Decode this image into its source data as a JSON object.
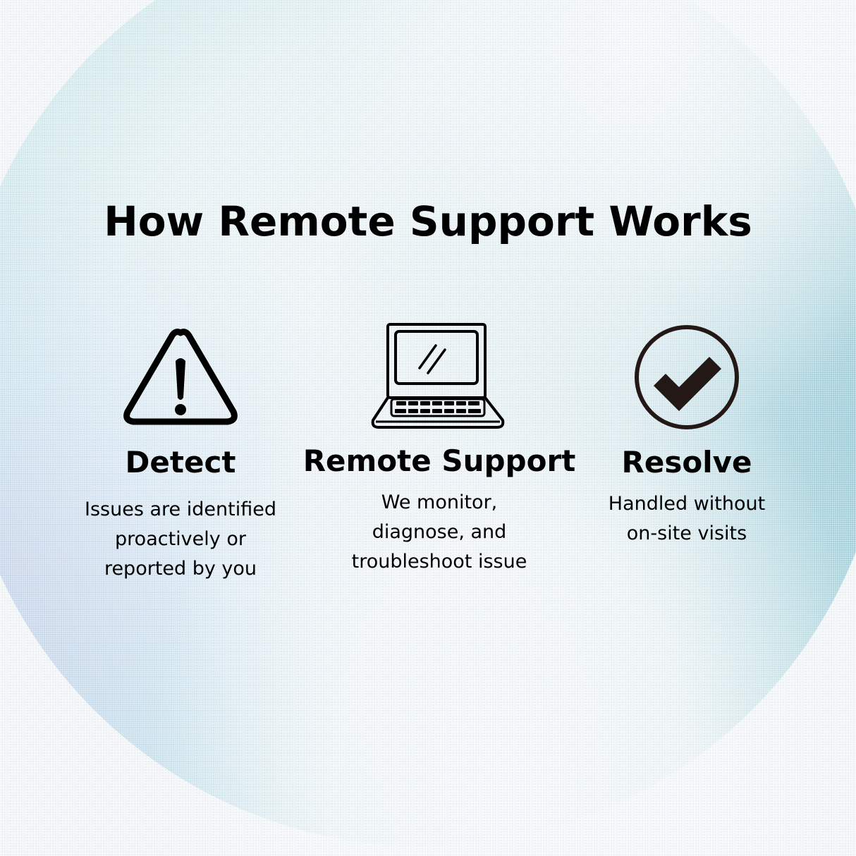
{
  "title": "How Remote Support Works",
  "colors": {
    "text": "#000000",
    "icon_stroke": "#000000",
    "check_color": "#231815",
    "background": "#f5f6f8",
    "accent_teal": "#7ab8c8",
    "accent_lavender": "#cfc6ec"
  },
  "steps": [
    {
      "icon": "warning-triangle-icon",
      "heading": "Detect",
      "description": "Issues are identified\nproactively or\nreported by you"
    },
    {
      "icon": "laptop-icon",
      "heading": "Remote Support",
      "description": "We monitor,\ndiagnose, and\ntroubleshoot issue"
    },
    {
      "icon": "check-circle-icon",
      "heading": "Resolve",
      "description": "Handled without\non-site visits"
    }
  ]
}
